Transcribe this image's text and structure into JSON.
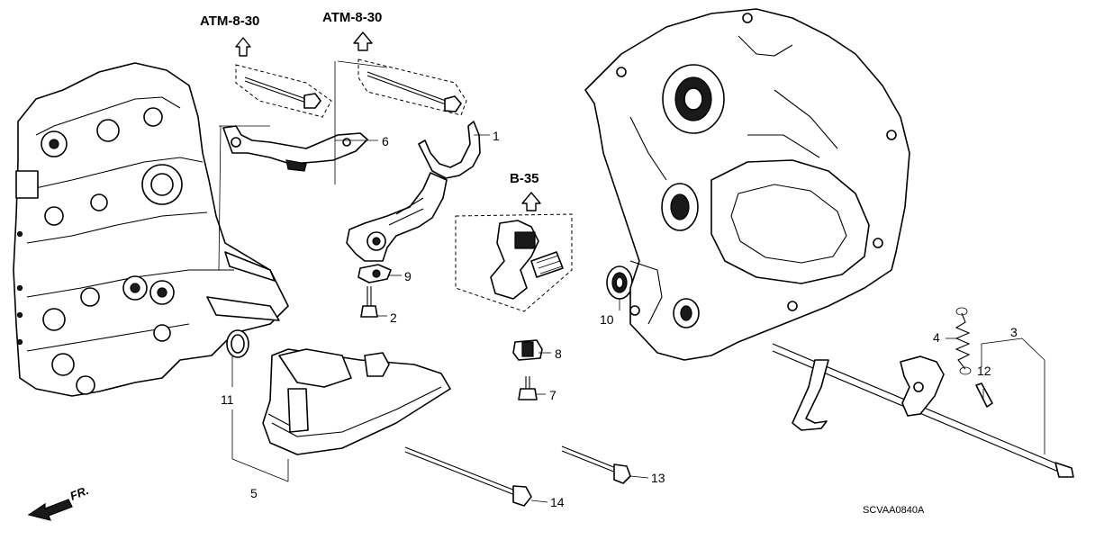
{
  "references": {
    "atm_left": "ATM-8-30",
    "atm_right": "ATM-8-30",
    "b35": "B-35"
  },
  "callouts": {
    "c1": "1",
    "c2": "2",
    "c3": "3",
    "c4": "4",
    "c5": "5",
    "c6": "6",
    "c7": "7",
    "c8": "8",
    "c9": "9",
    "c10": "10",
    "c11": "11",
    "c12": "12",
    "c13": "13",
    "c14": "14"
  },
  "direction_label": "FR.",
  "diagram_code": "SCVAA0840A"
}
